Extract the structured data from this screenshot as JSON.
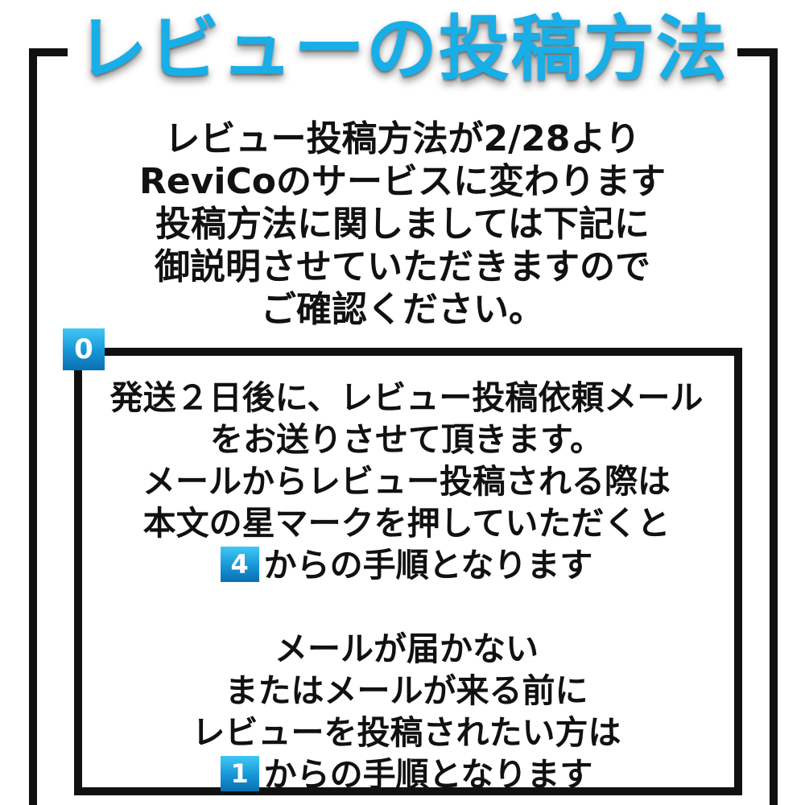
{
  "title": "レビューの投稿方法",
  "intro_lines": [
    "レビュー投稿方法が2/28より",
    "ReviCoのサービスに変わります",
    "投稿方法に関しましては下記に",
    "御説明させていただきますので",
    "ご確認ください。"
  ],
  "step_badge": "0",
  "section1_lines": [
    "発送２日後に、レビュー投稿依頼メール",
    "をお送りさせて頂きます。",
    "メールからレビュー投稿される際は",
    "本文の星マークを押していただくと"
  ],
  "section1_ref": {
    "badge": "4",
    "text": "からの手順となります"
  },
  "section2_lines": [
    "メールが届かない",
    "またはメールが来る前に",
    "レビューを投稿されたい方は"
  ],
  "section2_ref": {
    "badge": "1",
    "text": "からの手順となります"
  },
  "colors": {
    "accent": "#18aee8",
    "frame": "#111111",
    "badge": "#1795d6"
  }
}
